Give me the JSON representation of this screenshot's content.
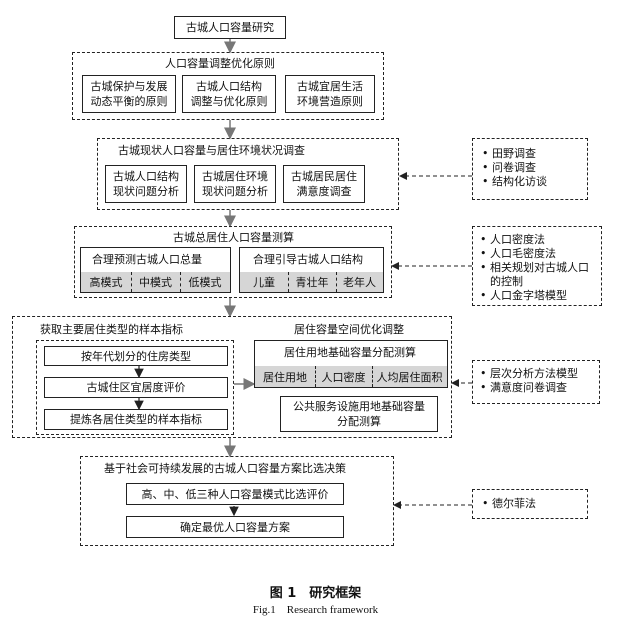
{
  "title": "古城人口容量研究",
  "section1": {
    "title": "人口容量调整优化原则",
    "boxes": [
      "古城保护与发展\n动态平衡的原则",
      "古城人口结构\n调整与优化原则",
      "古城宜居生活\n环境营造原则"
    ]
  },
  "section2": {
    "title": "古城现状人口容量与居住环境状况调查",
    "boxes": [
      "古城人口结构\n现状问题分析",
      "古城居住环境\n现状问题分析",
      "古城居民居住\n满意度调查"
    ],
    "methods": [
      "• 田野调查",
      "• 问卷调查",
      "• 结构化访谈"
    ]
  },
  "section3": {
    "title": "古城总居住人口容量测算",
    "left_title": "合理预测古城人口总量",
    "left_cells": [
      "高模式",
      "中模式",
      "低模式"
    ],
    "right_title": "合理引导古城人口结构",
    "right_cells": [
      "儿童",
      "青壮年",
      "老年人"
    ],
    "methods": [
      "• 人口密度法",
      "• 人口毛密度法",
      "• 相关规划对古城人口",
      "的控制",
      "• 人口金字塔模型"
    ]
  },
  "section4": {
    "left_title": "获取主要居住类型的样本指标",
    "left_boxes": [
      "按年代划分的住房类型",
      "古城住区宜居度评价",
      "提炼各居住类型的样本指标"
    ],
    "right_title": "居住容量空间优化调整",
    "right_top_title": "居住用地基础容量分配测算",
    "right_cells": [
      "居住用地",
      "人口密度",
      "人均居住面积"
    ],
    "right_bottom": "公共服务设施用地基础容量\n分配测算",
    "methods": [
      "• 层次分析方法模型",
      "• 满意度问卷调查"
    ]
  },
  "section5": {
    "title": "基于社会可持续发展的古城人口容量方案比选决策",
    "boxes": [
      "高、中、低三种人口容量模式比选评价",
      "确定最优人口容量方案"
    ],
    "methods": [
      "• 德尔菲法"
    ]
  },
  "caption": {
    "cn": "图 1　研究框架",
    "en": "Fig.1　Research framework"
  }
}
